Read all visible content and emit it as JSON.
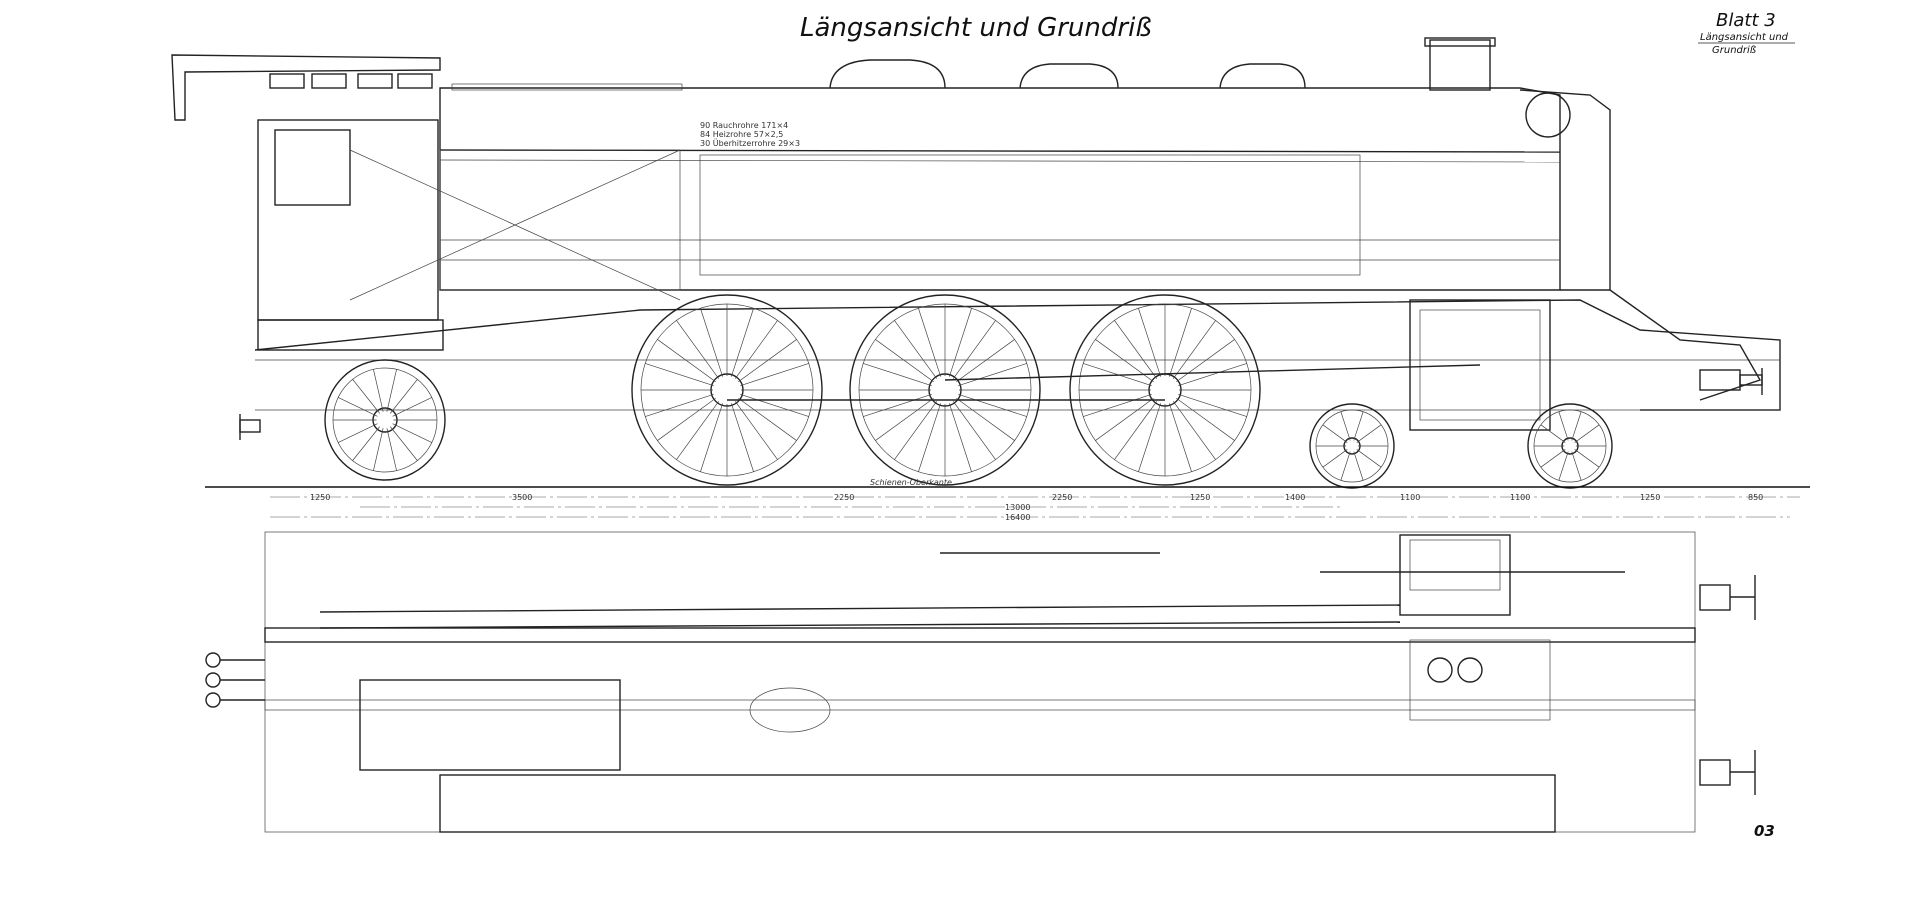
{
  "title": "Längsansicht und Grundriß",
  "sheet": {
    "label": "Blatt 3",
    "subtitle_line1": "Längsansicht und",
    "subtitle_line2": "Grundriß"
  },
  "sheet_number": "03",
  "tube_notes": [
    "90 Rauchrohre 171×4",
    "84 Heizrohre 57×2,5",
    "30 Überhitzerrohre 29×3"
  ],
  "rail_label": "Schienen-Oberkante",
  "dimensions": {
    "row1": [
      "1250",
      "3500",
      "2250",
      "2250",
      "1250",
      "1400",
      "1100",
      "1100",
      "1250",
      "850"
    ],
    "wheelbase": "13000",
    "overall": "16400"
  }
}
